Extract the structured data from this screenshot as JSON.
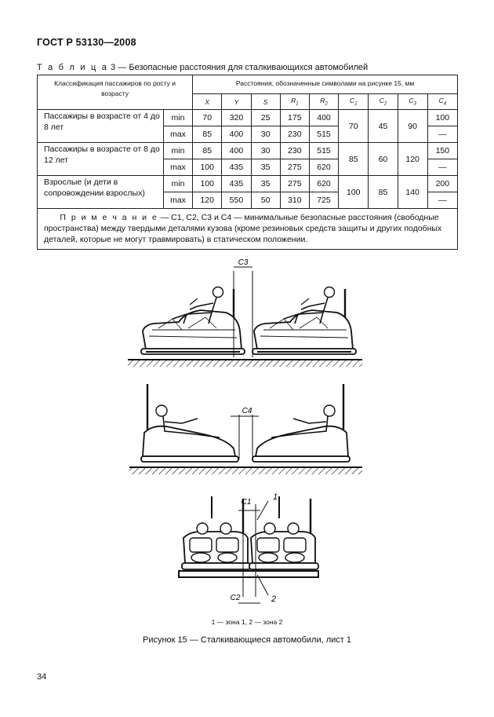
{
  "header": {
    "standard": "ГОСТ Р 53130—2008"
  },
  "table": {
    "caption_label": "Т а б л и ц а",
    "caption_text": "3 — Безопасные расстояния для сталкивающихся автомобилей",
    "class_header": "Классификация пассажиров по росту и возрасту",
    "dist_header": "Расстояния, обозначенные символами на рисунке 15, мм",
    "symbols": [
      "X",
      "Y",
      "S",
      "R1",
      "R2",
      "C1",
      "C2",
      "C3",
      "C4"
    ],
    "groups": [
      {
        "name": "Пассажиры в возрасте от 4 до 8 лет",
        "rows": [
          {
            "level": "min",
            "x": "70",
            "y": "320",
            "s": "25",
            "r1": "175",
            "r2": "400",
            "c4": "100"
          },
          {
            "level": "max",
            "x": "85",
            "y": "400",
            "s": "30",
            "r1": "230",
            "r2": "515",
            "c4": "—"
          }
        ],
        "c1": "70",
        "c2": "45",
        "c3": "90"
      },
      {
        "name": "Пассажиры в возрасте от 8 до 12 лет",
        "rows": [
          {
            "level": "min",
            "x": "85",
            "y": "400",
            "s": "30",
            "r1": "230",
            "r2": "515",
            "c4": "150"
          },
          {
            "level": "max",
            "x": "100",
            "y": "435",
            "s": "35",
            "r1": "275",
            "r2": "620",
            "c4": "—"
          }
        ],
        "c1": "85",
        "c2": "60",
        "c3": "120"
      },
      {
        "name": "Взрослые (и дети в сопровождении взрослых)",
        "rows": [
          {
            "level": "min",
            "x": "100",
            "y": "435",
            "s": "35",
            "r1": "275",
            "r2": "620",
            "c4": "200"
          },
          {
            "level": "max",
            "x": "120",
            "y": "550",
            "s": "50",
            "r1": "310",
            "r2": "725",
            "c4": "—"
          }
        ],
        "c1": "100",
        "c2": "85",
        "c3": "140"
      }
    ],
    "note_label": "П р и м е ч а н и е",
    "note_text": "— C1, C2, C3 и C4 — минимальные безопасные расстояния (свободные пространства) между твердыми деталями кузова (кроме резиновых средств защиты и других подобных деталей, которые не могут травмировать) в статическом положении."
  },
  "figure": {
    "labels": {
      "c3": "C3",
      "c4": "C4",
      "c1": "C1",
      "c2": "C2",
      "n1": "1",
      "n2": "2"
    },
    "legend": "1 — зона 1, 2 — зона 2",
    "caption": "Рисунок 15 — Сталкивающиеся автомобили, лист 1"
  },
  "page_number": "34"
}
